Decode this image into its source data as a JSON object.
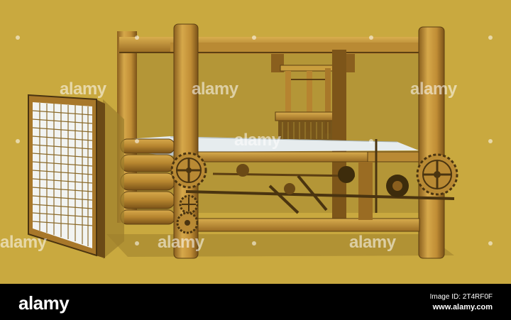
{
  "colors": {
    "background": "#c9a93f",
    "wood_light": "#c99e3e",
    "wood_mid": "#a8782a",
    "wood_dark": "#6b4a16",
    "shadow": "#3a2a0e",
    "cloth": "#e6ecee",
    "footer": "#000000"
  },
  "watermark": {
    "text": "alamy"
  },
  "footer": {
    "logo": "alamy",
    "image_id": "Image ID: 2T4RF0F",
    "site": "www.alamy.com"
  }
}
